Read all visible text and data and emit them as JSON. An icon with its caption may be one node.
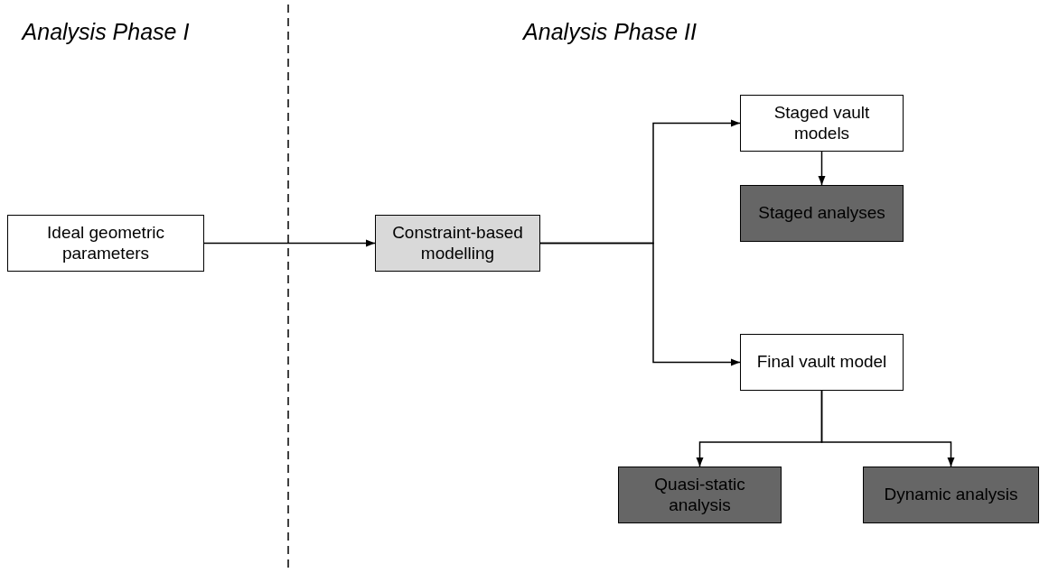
{
  "diagram": {
    "nodes": [
      {
        "text": [
          "Ideal geometric parameters"
        ]
      },
      {
        "text": [
          "Constraint-based modelling"
        ]
      },
      {
        "text": [
          "Staged vault models"
        ]
      },
      {
        "text": [
          "Staged analyses"
        ]
      },
      {
        "text": [
          "Final vault model"
        ]
      },
      {
        "text": [
          "Quasi-static analysis"
        ]
      },
      {
        "text": [
          "Dynamic analysis"
        ]
      }
    ],
    "edges": [
      {
        "from": 0,
        "to": 1,
        "arrow": "to"
      },
      {
        "from": 1,
        "to": 2,
        "arrow": "to"
      },
      {
        "from": 1,
        "to": 4,
        "arrow": "to"
      },
      {
        "from": 2,
        "to": 3,
        "arrow": "to"
      },
      {
        "from": 4,
        "to": 5,
        "arrow": "to"
      },
      {
        "from": 4,
        "to": 6,
        "arrow": "to"
      }
    ],
    "labels": [
      "Analysis Phase I",
      "Analysis Phase II"
    ]
  }
}
